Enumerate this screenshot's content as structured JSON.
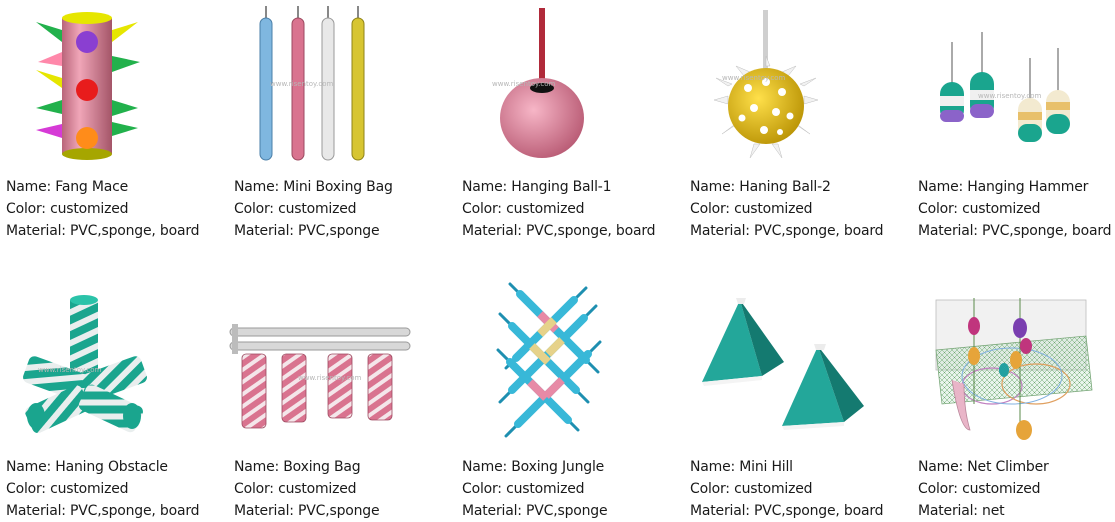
{
  "watermark": "www.risentoy.com",
  "products": [
    {
      "name": "Name: Fang Mace",
      "color": "Color: customized",
      "material": "Material: PVC,sponge, board"
    },
    {
      "name": "Name: Mini Boxing Bag",
      "color": "Color: customized",
      "material": "Material: PVC,sponge"
    },
    {
      "name": "Name: Hanging Ball-1",
      "color": "Color: customized",
      "material": "Material: PVC,sponge, board"
    },
    {
      "name": "Name: Haning Ball-2",
      "color": "Color: customized",
      "material": "Material: PVC,sponge, board"
    },
    {
      "name": "Name: Hanging Hammer",
      "color": "Color: customized",
      "material": "Material: PVC,sponge, board"
    },
    {
      "name": "Name: Haning Obstacle",
      "color": "Color: customized",
      "material": "Material: PVC,sponge, board"
    },
    {
      "name": "Name: Boxing Bag",
      "color": "Color: customized",
      "material": "Material: PVC,sponge"
    },
    {
      "name": "Name: Boxing Jungle",
      "color": "Color: customized",
      "material": "Material: PVC,sponge"
    },
    {
      "name": "Name: Mini Hill",
      "color": "Color: customized",
      "material": "Material: PVC,sponge, board"
    },
    {
      "name": "Name: Net Climber",
      "color": "Color: customized",
      "material": "Material: net"
    }
  ]
}
